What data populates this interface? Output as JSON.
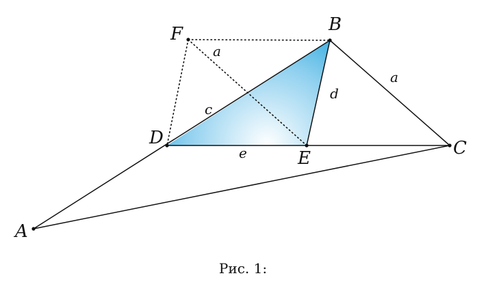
{
  "figure": {
    "points": {
      "A": "A",
      "B": "B",
      "C": "C",
      "D": "D",
      "E": "E",
      "F": "F"
    },
    "segments": {
      "FB": "a",
      "BC": "a",
      "DB": "c",
      "BE": "d",
      "DE": "e"
    },
    "caption": "Рис. 1:",
    "colors": {
      "line": "#111111",
      "fill_light": "#ffffff",
      "fill_mid": "#3aaee0",
      "fill_dark": "#4a3aa8"
    }
  }
}
